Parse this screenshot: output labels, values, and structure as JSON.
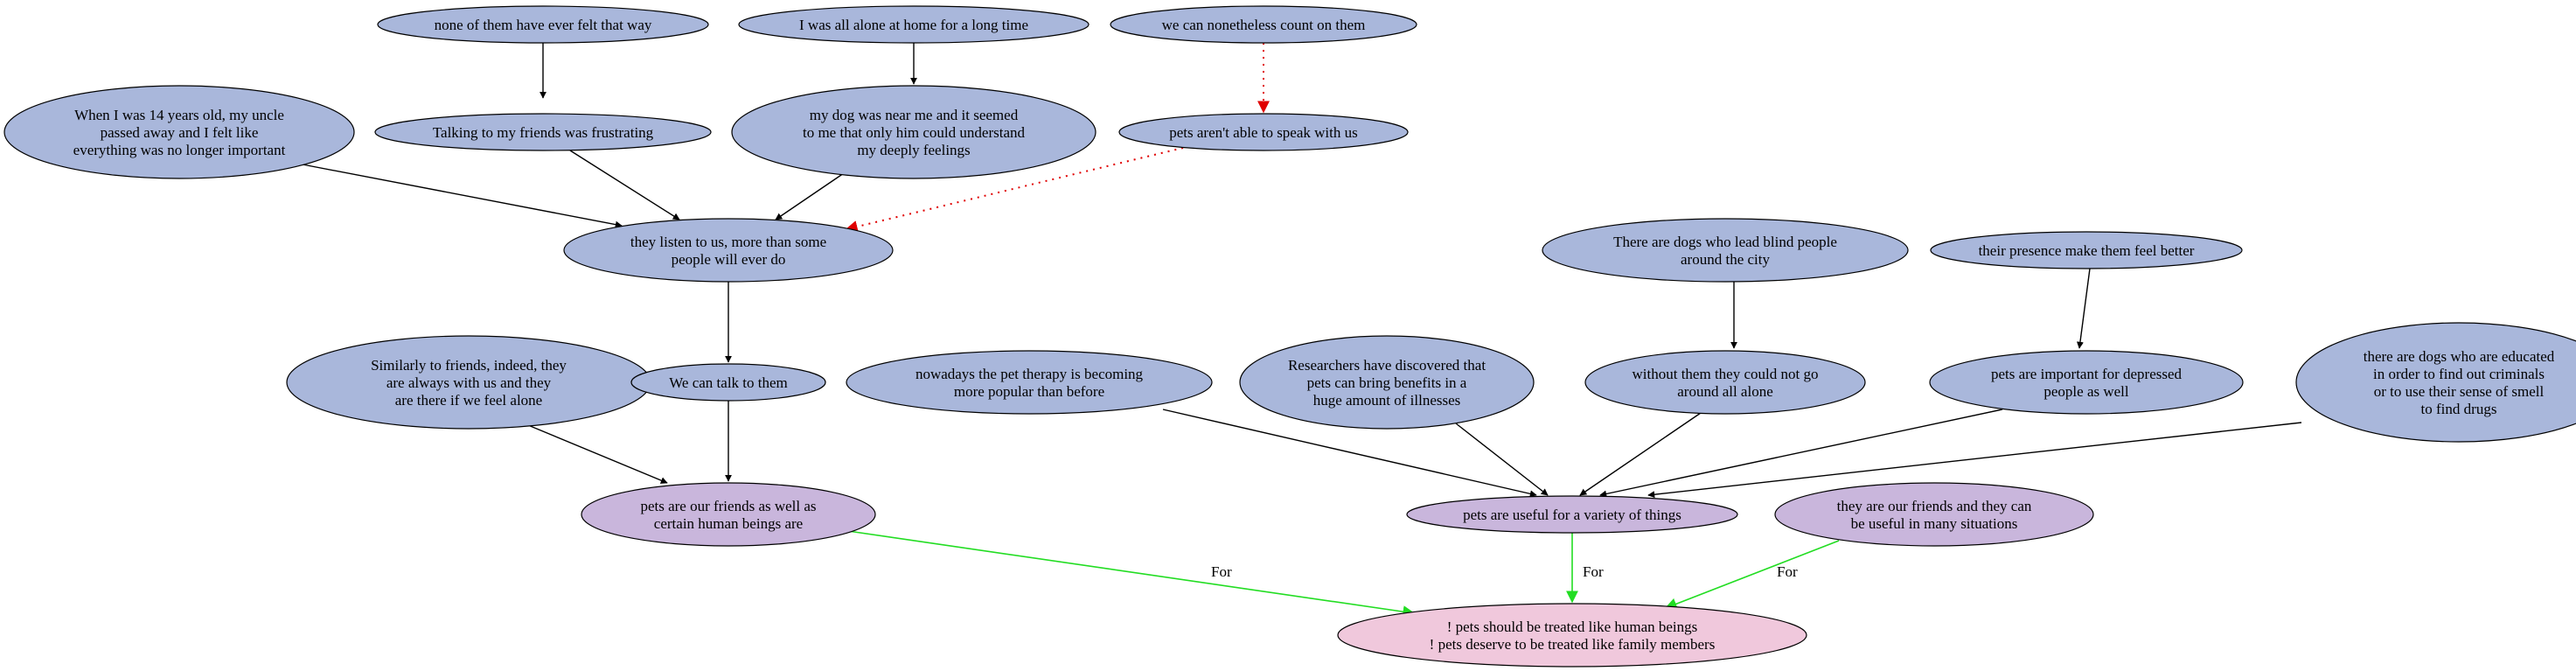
{
  "colors": {
    "premise": "#a9b7db",
    "sub_conclusion": "#c9b6dc",
    "conclusion": "#f0c8dc",
    "support_edge": "#000000",
    "attack_edge": "#e00000",
    "for_edge": "#22dd22"
  },
  "nodes": [
    {
      "id": "n1",
      "kind": "premise",
      "lines": [
        "none of them have ever felt that way"
      ]
    },
    {
      "id": "n2",
      "kind": "premise",
      "lines": [
        "I was all alone at home for a long time"
      ]
    },
    {
      "id": "n3",
      "kind": "premise",
      "lines": [
        "we can nonetheless count on them"
      ]
    },
    {
      "id": "n4",
      "kind": "premise",
      "lines": [
        "When I was 14 years old, my uncle",
        "passed away and I felt like",
        "everything was no longer important"
      ]
    },
    {
      "id": "n5",
      "kind": "premise",
      "lines": [
        "Talking to my friends was frustrating"
      ]
    },
    {
      "id": "n6",
      "kind": "premise",
      "lines": [
        "my dog was near me and it seemed",
        "to me that only him could understand",
        "my deeply feelings"
      ]
    },
    {
      "id": "n7",
      "kind": "premise",
      "lines": [
        "pets aren't able to speak with us"
      ]
    },
    {
      "id": "n8",
      "kind": "premise",
      "lines": [
        "they listen to us, more than some",
        "people will ever do"
      ]
    },
    {
      "id": "n9",
      "kind": "premise",
      "lines": [
        "There are dogs who lead blind people",
        "around the city"
      ]
    },
    {
      "id": "n10",
      "kind": "premise",
      "lines": [
        "their presence make them feel better"
      ]
    },
    {
      "id": "n11",
      "kind": "premise",
      "lines": [
        "Similarly to friends, indeed, they",
        "are always with us and they",
        "are there if we feel alone"
      ]
    },
    {
      "id": "n12",
      "kind": "premise",
      "lines": [
        "We can talk to them"
      ]
    },
    {
      "id": "n13",
      "kind": "premise",
      "lines": [
        "nowadays the pet therapy is becoming",
        "more popular than before"
      ]
    },
    {
      "id": "n14",
      "kind": "premise",
      "lines": [
        "Researchers have discovered that",
        "pets can bring benefits in a",
        "huge amount of illnesses"
      ]
    },
    {
      "id": "n15",
      "kind": "premise",
      "lines": [
        "without them they could not go",
        "around all alone"
      ]
    },
    {
      "id": "n16",
      "kind": "premise",
      "lines": [
        "pets are important for depressed",
        "people as well"
      ]
    },
    {
      "id": "n17",
      "kind": "premise",
      "lines": [
        "there are dogs who are educated",
        "in order to find out criminals",
        "or to use their sense of smell",
        "to find drugs"
      ]
    },
    {
      "id": "n18",
      "kind": "sub_conclusion",
      "lines": [
        "pets are our friends as well as",
        "certain human beings are"
      ]
    },
    {
      "id": "n19",
      "kind": "sub_conclusion",
      "lines": [
        "pets are useful for a variety of things"
      ]
    },
    {
      "id": "n20",
      "kind": "sub_conclusion",
      "lines": [
        "they are our friends and they can",
        "be useful in many situations"
      ]
    },
    {
      "id": "n21",
      "kind": "conclusion",
      "lines": [
        "! pets should be treated like human beings",
        "! pets deserve to be treated like family members"
      ]
    }
  ],
  "edges": [
    {
      "from": "n1",
      "to": "n5",
      "kind": "support",
      "label": ""
    },
    {
      "from": "n2",
      "to": "n6",
      "kind": "support",
      "label": ""
    },
    {
      "from": "n3",
      "to": "n7",
      "kind": "attack",
      "label": ""
    },
    {
      "from": "n4",
      "to": "n8",
      "kind": "support",
      "label": ""
    },
    {
      "from": "n5",
      "to": "n8",
      "kind": "support",
      "label": ""
    },
    {
      "from": "n6",
      "to": "n8",
      "kind": "support",
      "label": ""
    },
    {
      "from": "n7",
      "to": "n8",
      "kind": "attack",
      "label": ""
    },
    {
      "from": "n8",
      "to": "n12",
      "kind": "support",
      "label": ""
    },
    {
      "from": "n9",
      "to": "n15",
      "kind": "support",
      "label": ""
    },
    {
      "from": "n10",
      "to": "n16",
      "kind": "support",
      "label": ""
    },
    {
      "from": "n11",
      "to": "n18",
      "kind": "support",
      "label": ""
    },
    {
      "from": "n12",
      "to": "n18",
      "kind": "support",
      "label": ""
    },
    {
      "from": "n13",
      "to": "n19",
      "kind": "support",
      "label": ""
    },
    {
      "from": "n14",
      "to": "n19",
      "kind": "support",
      "label": ""
    },
    {
      "from": "n15",
      "to": "n19",
      "kind": "support",
      "label": ""
    },
    {
      "from": "n16",
      "to": "n19",
      "kind": "support",
      "label": ""
    },
    {
      "from": "n17",
      "to": "n19",
      "kind": "support",
      "label": ""
    },
    {
      "from": "n18",
      "to": "n21",
      "kind": "for",
      "label": "For"
    },
    {
      "from": "n19",
      "to": "n21",
      "kind": "for",
      "label": "For"
    },
    {
      "from": "n20",
      "to": "n21",
      "kind": "for",
      "label": "For"
    }
  ]
}
